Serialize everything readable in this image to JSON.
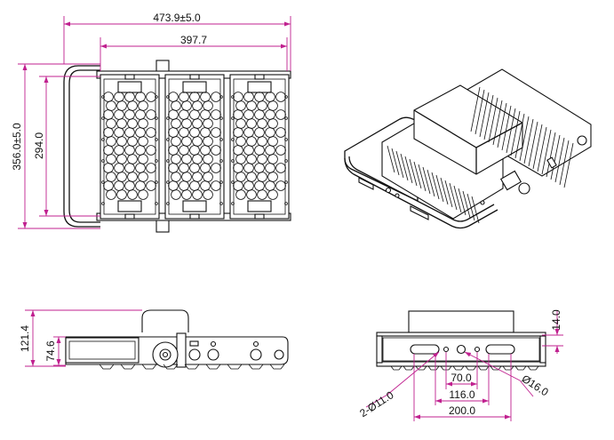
{
  "views": {
    "front": "front-view",
    "iso": "isometric-view",
    "side": "side-view",
    "end": "end-view"
  },
  "dimensions": {
    "overall_width": "473.9±5.0",
    "body_width": "397.7",
    "overall_height": "356.0±5.0",
    "body_height": "294.0",
    "side_total_height": "121.4",
    "side_body_height": "74.6",
    "end_top_offset": "14.0",
    "slot_spacing_70": "70.0",
    "hole_spacing_116": "116.0",
    "mount_spacing_200": "200.0",
    "slot_callout": "2-Ø11.0",
    "hole_callout": "Ø16.0"
  },
  "colors": {
    "outline": "#111111",
    "dimension": "#c0208f",
    "background": "#ffffff"
  }
}
